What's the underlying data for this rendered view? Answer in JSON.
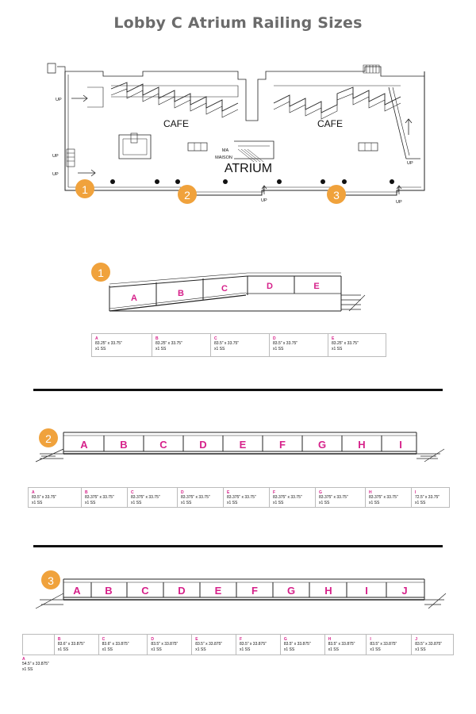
{
  "page": {
    "title": "Lobby C Atrium Railing Sizes"
  },
  "colors": {
    "accent": "#f0a23c",
    "pink": "#d6218a",
    "title": "#6b6b6b"
  },
  "floorplan": {
    "labels": {
      "cafe_left": "CAFE",
      "cafe_right": "CAFE",
      "atrium": "ATRIUM",
      "ma": "MA",
      "maison": "MAISON",
      "up": "UP"
    },
    "markers": [
      "1",
      "2",
      "3"
    ]
  },
  "sections": [
    {
      "marker": "1",
      "panel_letters": [
        "A",
        "B",
        "C",
        "D",
        "E"
      ],
      "panels": [
        {
          "letter": "A",
          "size": "83.25\" x 33.75\"",
          "qty": "x1 SS"
        },
        {
          "letter": "B",
          "size": "83.25\" x 33.75\"",
          "qty": "x1 SS"
        },
        {
          "letter": "C",
          "size": "83.5\" x 33.75\"",
          "qty": "x1 SS"
        },
        {
          "letter": "D",
          "size": "83.5\" x 33.75\"",
          "qty": "x1 SS"
        },
        {
          "letter": "E",
          "size": "83.25\" x 33.75\"",
          "qty": "x1 SS"
        }
      ]
    },
    {
      "marker": "2",
      "panel_letters": [
        "A",
        "B",
        "C",
        "D",
        "E",
        "F",
        "G",
        "H",
        "I"
      ],
      "panels": [
        {
          "letter": "A",
          "size": "83.5\" x 33.75\"",
          "qty": "x1 SS"
        },
        {
          "letter": "B",
          "size": "83.375\" x 33.75\"",
          "qty": "x1 SS"
        },
        {
          "letter": "C",
          "size": "83.375\" x 33.75\"",
          "qty": "x1 SS"
        },
        {
          "letter": "D",
          "size": "83.375\" x 33.75\"",
          "qty": "x1 SS"
        },
        {
          "letter": "E",
          "size": "83.375\" x 33.75\"",
          "qty": "x1 SS"
        },
        {
          "letter": "F",
          "size": "83.375\" x 33.75\"",
          "qty": "x1 SS"
        },
        {
          "letter": "G",
          "size": "83.375\" x 33.75\"",
          "qty": "x1 SS"
        },
        {
          "letter": "H",
          "size": "83.375\" x 33.75\"",
          "qty": "x1 SS"
        },
        {
          "letter": "I",
          "size": "72.5\" x 33.75\"",
          "qty": "x1 SS"
        }
      ]
    },
    {
      "marker": "3",
      "panel_letters": [
        "A",
        "B",
        "C",
        "D",
        "E",
        "F",
        "G",
        "H",
        "I",
        "J"
      ],
      "panels": [
        {
          "letter": "B",
          "size": "83.6\" x 33.875\"",
          "qty": "x1 SS"
        },
        {
          "letter": "C",
          "size": "83.6\" x 33.875\"",
          "qty": "x1 SS"
        },
        {
          "letter": "D",
          "size": "83.5\" x 33.875\"",
          "qty": "x1 SS"
        },
        {
          "letter": "E",
          "size": "83.5\" x 33.875\"",
          "qty": "x1 SS"
        },
        {
          "letter": "F",
          "size": "83.5\" x 33.875\"",
          "qty": "x1 SS"
        },
        {
          "letter": "G",
          "size": "83.5\" x 33.875\"",
          "qty": "x1 SS"
        },
        {
          "letter": "H",
          "size": "83.5\" x 33.875\"",
          "qty": "x1 SS"
        },
        {
          "letter": "I",
          "size": "83.5\" x 33.875\"",
          "qty": "x1 SS"
        },
        {
          "letter": "J",
          "size": "83.5\" x 33.875\"",
          "qty": "x1 SS"
        }
      ],
      "extra_panel": {
        "letter": "A",
        "size": "54.5\" x 33.875\"",
        "qty": "x1 SS"
      }
    }
  ]
}
